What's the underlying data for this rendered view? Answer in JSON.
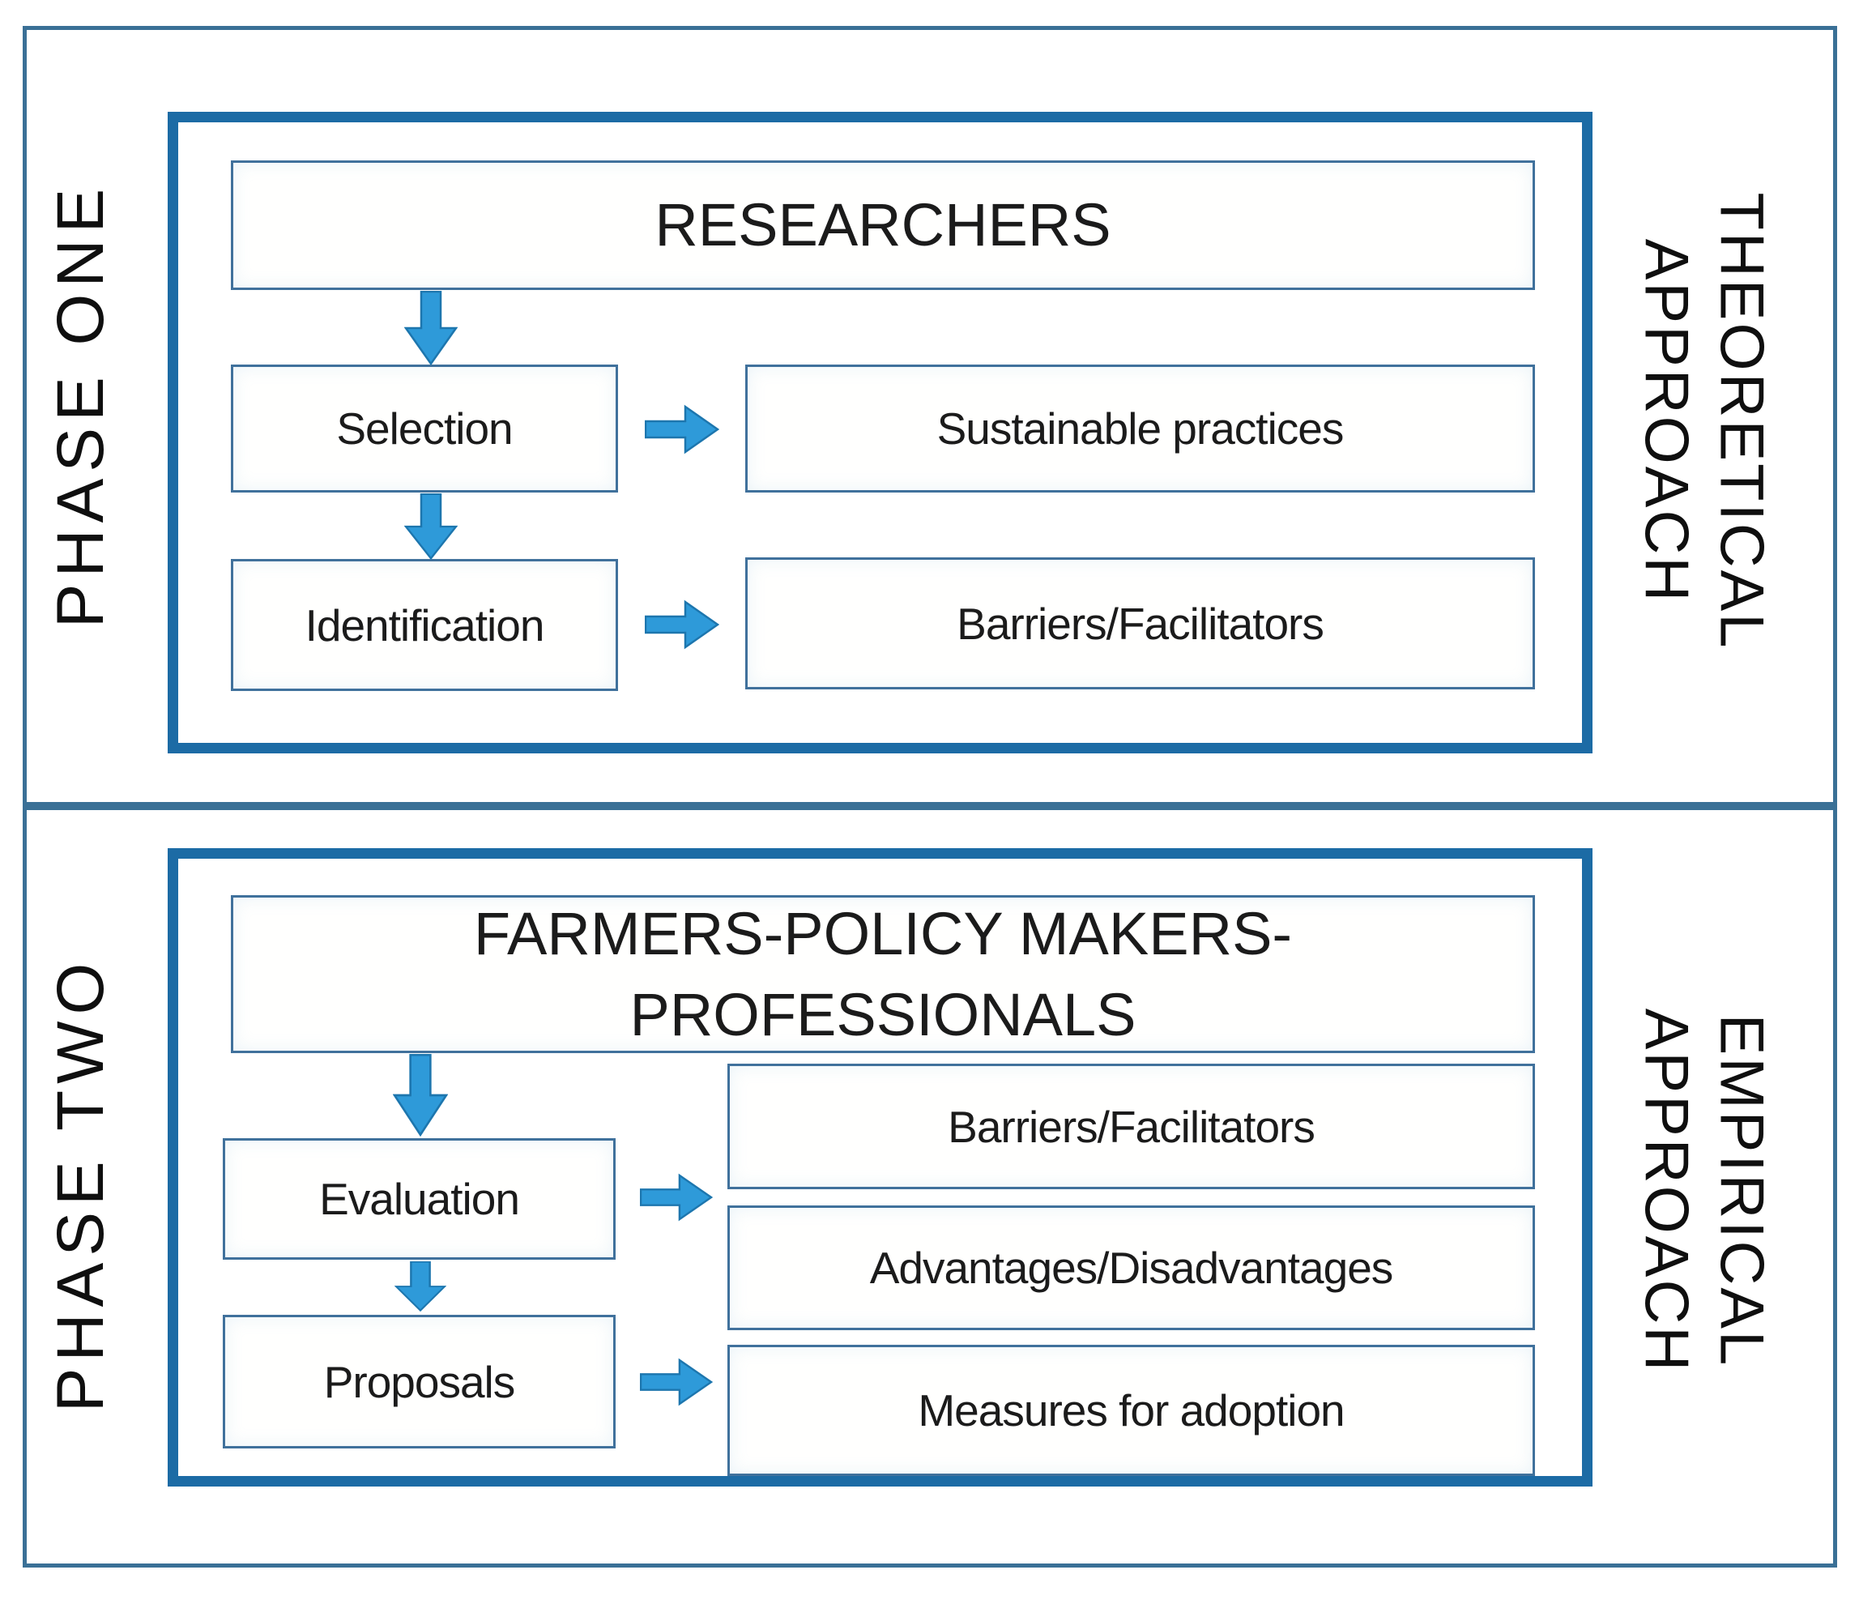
{
  "phase_one": {
    "side_label": "PHASE ONE",
    "approach_line1": "THEORETICAL",
    "approach_line2": "APPROACH",
    "top_box": "RESEARCHERS",
    "row1_left": "Selection",
    "row1_right": "Sustainable practices",
    "row2_left": "Identification",
    "row2_right": "Barriers/Facilitators"
  },
  "phase_two": {
    "side_label": "PHASE TWO",
    "approach_line1": "EMPIRICAL",
    "approach_line2": "APPROACH",
    "top_box_line1": "FARMERS-POLICY MAKERS-",
    "top_box_line2": "PROFESSIONALS",
    "box_evaluation": "Evaluation",
    "box_proposals": "Proposals",
    "box_barriers": "Barriers/Facilitators",
    "box_advantages": "Advantages/Disadvantages",
    "box_measures": "Measures for adoption"
  },
  "colors": {
    "outer_border": "#3a7096",
    "inner_border": "#1c6ba5",
    "box_border": "#40719c",
    "arrow_fill": "#2e9ad9",
    "arrow_stroke": "#1d76ae",
    "text": "#1b1b1b"
  }
}
